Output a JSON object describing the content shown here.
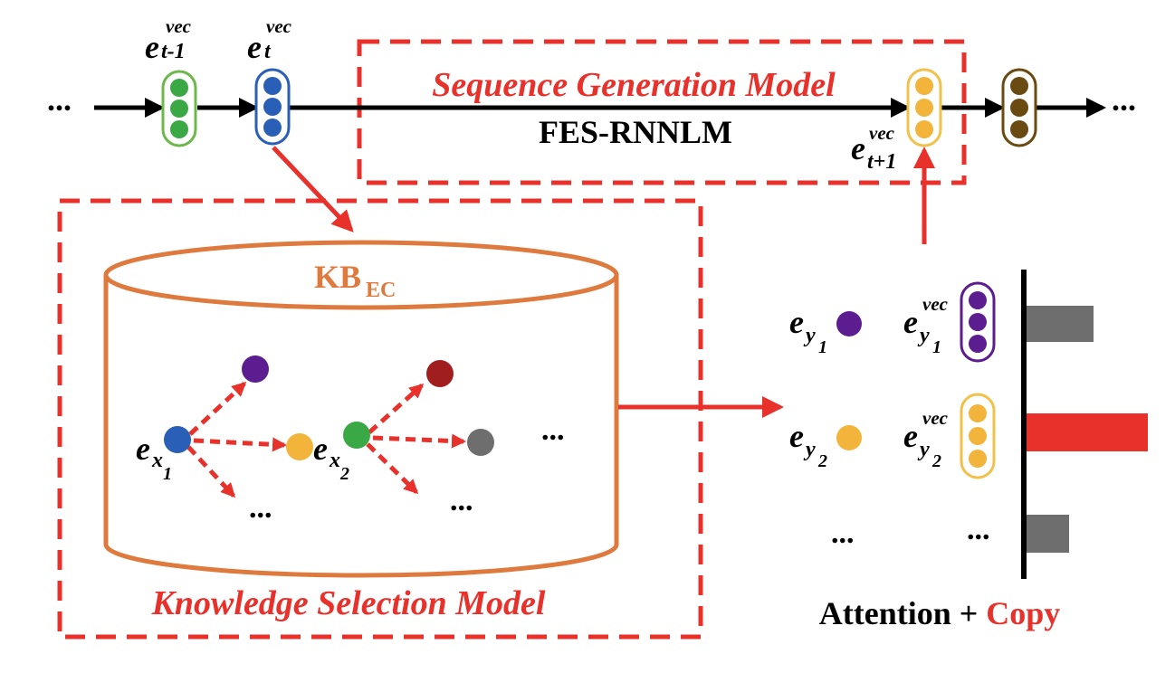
{
  "colors": {
    "red": "#e8312b",
    "orange": "#df7a3e",
    "green": "#3aa845",
    "green_border": "#6cb84a",
    "blue": "#2a5fb8",
    "yellow": "#f2b43a",
    "yellow_border": "#f2c14a",
    "brown": "#6b4a12",
    "purple": "#5b1d8f",
    "darkred": "#a11e1e",
    "gray": "#6e6e6e",
    "black": "#000000"
  },
  "sequence": {
    "title": "Sequence Generation Model",
    "subtitle": "FES-RNNLM",
    "ellipsis_left": "...",
    "ellipsis_right": "...",
    "vectors": {
      "prev": {
        "base": "e",
        "sup": "vec",
        "sub": "t-1",
        "color": "green"
      },
      "curr": {
        "base": "e",
        "sup": "vec",
        "sub": "t",
        "color": "blue"
      },
      "next": {
        "base": "e",
        "sup": "vec",
        "sub": "t+1",
        "color": "yellow"
      },
      "after": {
        "color": "brown"
      }
    }
  },
  "knowledge": {
    "title": "Knowledge Selection Model",
    "kb_label": "KB",
    "kb_sub": "EC",
    "ellipsis_1": "...",
    "ellipsis_2": "...",
    "ellipsis_3": "...",
    "entities": {
      "x1": {
        "base": "e",
        "sub": "x",
        "subsub": "1",
        "color": "blue"
      },
      "x2": {
        "base": "e",
        "sub": "x",
        "subsub": "2",
        "color": "green"
      },
      "n_purple": {
        "color": "purple"
      },
      "n_yellow": {
        "color": "yellow"
      },
      "n_darkred": {
        "color": "darkred"
      },
      "n_gray": {
        "color": "gray"
      }
    }
  },
  "attention": {
    "label_black": "Attention +",
    "label_red": "Copy",
    "rows": {
      "y1": {
        "base": "e",
        "sub": "y",
        "subsub": "1",
        "sup": "vec",
        "color": "purple"
      },
      "y2": {
        "base": "e",
        "sub": "y",
        "subsub": "2",
        "sup": "vec",
        "color": "yellow"
      },
      "more": {
        "ellipsis_entity": "...",
        "ellipsis_vec": "..."
      }
    }
  },
  "chart_data": {
    "type": "bar",
    "orientation": "horizontal",
    "categories": [],
    "values": [
      0.55,
      1.0,
      0.35
    ],
    "highlight_index": 1,
    "colors": [
      "gray",
      "red",
      "gray"
    ]
  }
}
